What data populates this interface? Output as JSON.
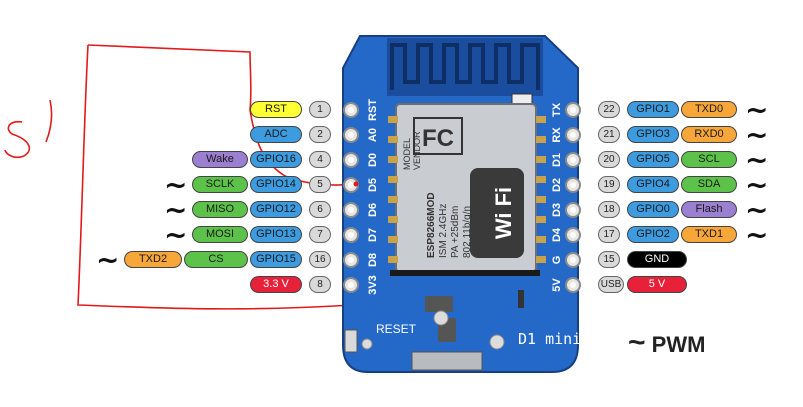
{
  "colors": {
    "board": "#2468c8",
    "board_dark": "#1a4d9e",
    "shield": "#c9ccd0",
    "yellow": "#ffff33",
    "blue": "#3d9be0",
    "green": "#5cc24a",
    "purple": "#9b7fd0",
    "orange": "#f7a63a",
    "red": "#e8213a",
    "black": "#000000",
    "gray": "#d9d9d9",
    "annotation": "#e11b1b"
  },
  "pwm_symbol": "~",
  "legend": {
    "label": "PWM"
  },
  "module": {
    "model": "MODEL",
    "vendor": "VENDOR",
    "name": "ESP8266MOD",
    "spec1": "ISM 2.4GHz",
    "spec2": "PA +25dBm",
    "spec3": "802.11b/g/n",
    "wifi": "Wi Fi"
  },
  "silkscreen": {
    "left": [
      "RST",
      "A0",
      "D0",
      "D5",
      "D6",
      "D7",
      "D8",
      "3V3"
    ],
    "right": [
      "TX",
      "RX",
      "D1",
      "D2",
      "D3",
      "D4",
      "G",
      "5V"
    ],
    "reset": "RESET",
    "brand": "D1 mini"
  },
  "left_pins": [
    {
      "num": "1",
      "labels": [
        {
          "text": "RST",
          "color": "yellow",
          "w": 52
        }
      ],
      "pwm": false
    },
    {
      "num": "2",
      "labels": [
        {
          "text": "ADC",
          "color": "blue",
          "w": 52
        }
      ],
      "pwm": false
    },
    {
      "num": "4",
      "labels": [
        {
          "text": "GPIO16",
          "color": "blue",
          "w": 52
        },
        {
          "text": "Wake",
          "color": "purple",
          "w": 56
        }
      ],
      "pwm": false
    },
    {
      "num": "5",
      "labels": [
        {
          "text": "GPIO14",
          "color": "blue",
          "w": 52
        },
        {
          "text": "SCLK",
          "color": "green",
          "w": 56
        }
      ],
      "pwm": true
    },
    {
      "num": "6",
      "labels": [
        {
          "text": "GPIO12",
          "color": "blue",
          "w": 52
        },
        {
          "text": "MISO",
          "color": "green",
          "w": 56
        }
      ],
      "pwm": true
    },
    {
      "num": "7",
      "labels": [
        {
          "text": "GPIO13",
          "color": "blue",
          "w": 52
        },
        {
          "text": "MOSI",
          "color": "green",
          "w": 56
        }
      ],
      "pwm": true
    },
    {
      "num": "16",
      "labels": [
        {
          "text": "GPIO15",
          "color": "blue",
          "w": 52
        },
        {
          "text": "CS",
          "color": "green",
          "w": 64
        },
        {
          "text": "TXD2",
          "color": "orange",
          "w": 58
        }
      ],
      "pwm": true
    },
    {
      "num": "8",
      "labels": [
        {
          "text": "3.3 V",
          "color": "red",
          "w": 52
        }
      ],
      "pwm": false
    }
  ],
  "right_pins": [
    {
      "num": "22",
      "labels": [
        {
          "text": "GPIO1",
          "color": "blue",
          "w": 52
        },
        {
          "text": "TXD0",
          "color": "orange",
          "w": 56
        }
      ],
      "pwm": true
    },
    {
      "num": "21",
      "labels": [
        {
          "text": "GPIO3",
          "color": "blue",
          "w": 52
        },
        {
          "text": "RXD0",
          "color": "orange",
          "w": 56
        }
      ],
      "pwm": true
    },
    {
      "num": "20",
      "labels": [
        {
          "text": "GPIO5",
          "color": "blue",
          "w": 52
        },
        {
          "text": "SCL",
          "color": "green",
          "w": 56
        }
      ],
      "pwm": true
    },
    {
      "num": "19",
      "labels": [
        {
          "text": "GPIO4",
          "color": "blue",
          "w": 52
        },
        {
          "text": "SDA",
          "color": "green",
          "w": 56
        }
      ],
      "pwm": true
    },
    {
      "num": "18",
      "labels": [
        {
          "text": "GPIO0",
          "color": "blue",
          "w": 52
        },
        {
          "text": "Flash",
          "color": "purple",
          "w": 56
        }
      ],
      "pwm": true
    },
    {
      "num": "17",
      "labels": [
        {
          "text": "GPIO2",
          "color": "blue",
          "w": 52
        },
        {
          "text": "TXD1",
          "color": "orange",
          "w": 56
        }
      ],
      "pwm": true
    },
    {
      "num": "15",
      "labels": [
        {
          "text": "GND",
          "color": "black",
          "w": 60
        }
      ],
      "pwm": false
    },
    {
      "num": "USB",
      "labels": [
        {
          "text": "5 V",
          "color": "red",
          "w": 60
        }
      ],
      "pwm": false
    }
  ]
}
